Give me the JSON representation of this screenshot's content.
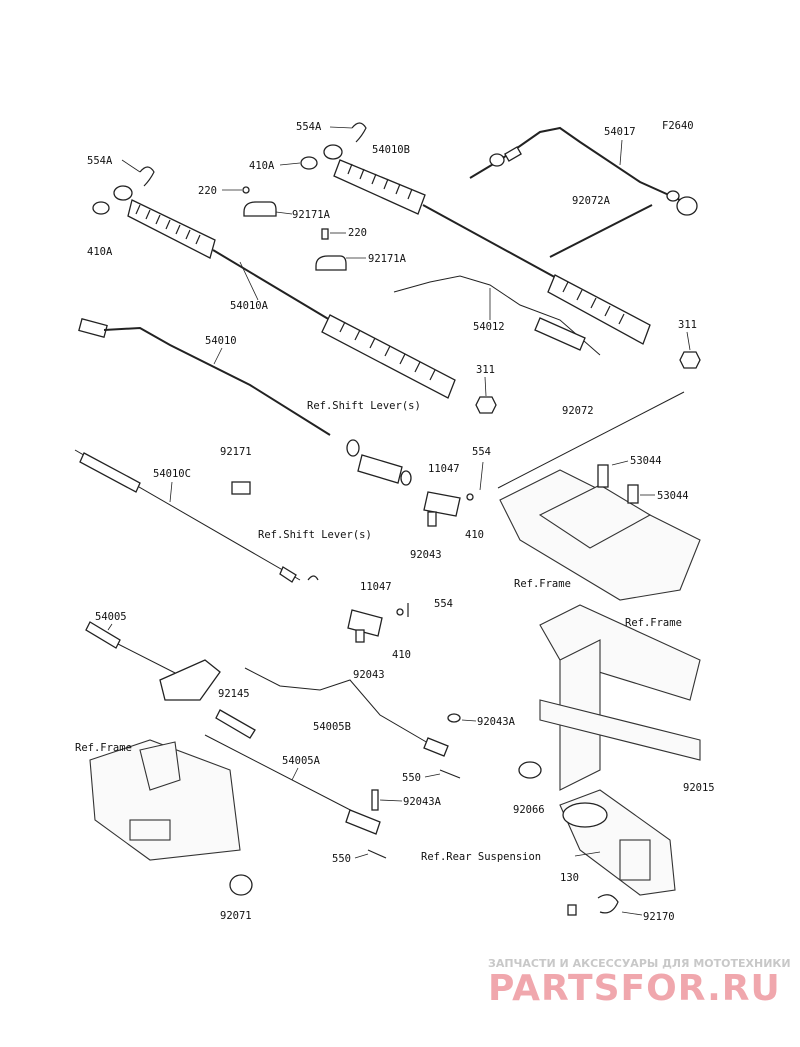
{
  "diagram": {
    "code": "F2640",
    "parts": {
      "p554A_top": "554A",
      "p54010B": "54010B",
      "p54017": "54017",
      "p554A_left": "554A",
      "p410A_mid": "410A",
      "p220_a": "220",
      "p92171A_a": "92171A",
      "p92072A": "92072A",
      "p410A_left": "410A",
      "p220_b": "220",
      "p92171A_b": "92171A",
      "p54010A": "54010A",
      "p54012": "54012",
      "p311_right": "311",
      "p54010": "54010",
      "p311_mid": "311",
      "p92072": "92072",
      "p11047_a": "11047",
      "p554_a": "554",
      "p92171": "92171",
      "p54010C": "54010C",
      "p53044_a": "53044",
      "p53044_b": "53044",
      "p92043_a": "92043",
      "p410_a": "410",
      "p11047_b": "11047",
      "p554_b": "554",
      "p54005": "54005",
      "p92043_b": "92043",
      "p410_b": "410",
      "p92145": "92145",
      "p54005B": "54005B",
      "p92043A_a": "92043A",
      "p54005A": "54005A",
      "p550_a": "550",
      "p92066": "92066",
      "p92015": "92015",
      "p92043A_b": "92043A",
      "p550_b": "550",
      "p130": "130",
      "p92170": "92170",
      "p92071": "92071"
    },
    "refs": {
      "shift_lever_1": "Ref.Shift Lever(s)",
      "shift_lever_2": "Ref.Shift Lever(s)",
      "frame_1": "Ref.Frame",
      "frame_2": "Ref.Frame",
      "frame_3": "Ref.Frame",
      "rear_suspension": "Ref.Rear Suspension"
    }
  },
  "watermark": {
    "tagline": "ЗАПЧАСТИ И АКСЕССУАРЫ ДЛЯ МОТОТЕХНИКИ",
    "logo": "PARTSFOR.RU"
  }
}
